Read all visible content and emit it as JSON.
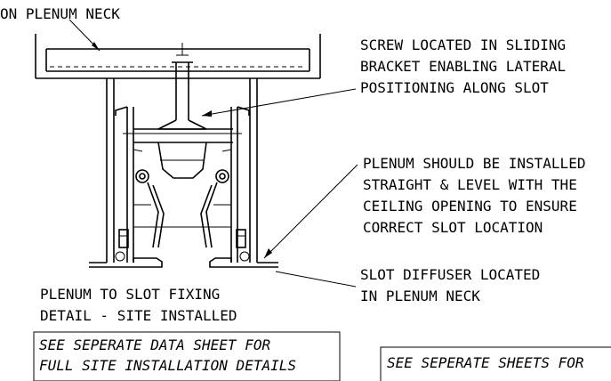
{
  "labels": {
    "neck_note": "ON PLENUM NECK",
    "screw_note": [
      "SCREW LOCATED IN SLIDING",
      "BRACKET ENABLING LATERAL",
      "POSITIONING ALONG SLOT"
    ],
    "plenum_note": [
      "PLENUM SHOULD BE INSTALLED",
      "STRAIGHT & LEVEL WITH THE",
      "CEILING OPENING TO ENSURE",
      "CORRECT SLOT LOCATION"
    ],
    "slot_note": [
      "SLOT DIFFUSER LOCATED",
      "IN PLENUM NECK"
    ],
    "fixing_title": [
      "PLENUM TO SLOT FIXING",
      "DETAIL - SITE INSTALLED"
    ],
    "box_left": [
      "SEE SEPERATE DATA SHEET FOR",
      "FULL SITE INSTALLATION DETAILS"
    ],
    "box_right": "SEE SEPERATE SHEETS FOR"
  }
}
